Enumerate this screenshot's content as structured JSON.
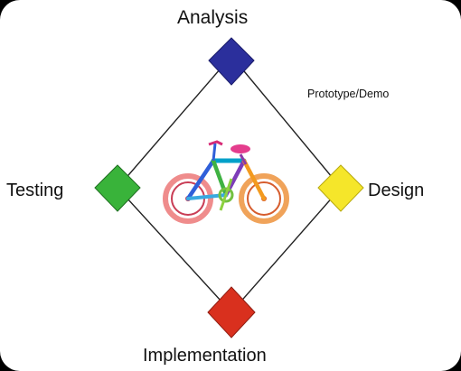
{
  "labels": {
    "top": "Analysis",
    "top_right": "Prototype/Demo",
    "left": "Testing",
    "right": "Design",
    "bottom": "Implementation"
  },
  "colors": {
    "background": "#000000",
    "panel": "#ffffff",
    "outline": "#222222",
    "analysis": "#2b2f9c",
    "design": "#f5e62a",
    "implementation": "#d9301e",
    "testing": "#39b33a"
  },
  "icons": {
    "center": "bicycle-icon"
  }
}
